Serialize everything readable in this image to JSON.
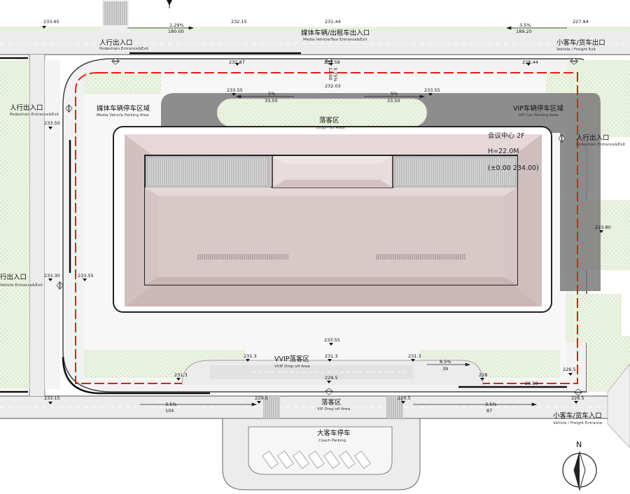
{
  "labels": {
    "ped_top": {
      "zh": "人行出入口",
      "en": "Pedestrain Entrance&Exit"
    },
    "media_taxi": {
      "zh": "媒体车辆/出租车出入口",
      "en": "Media Vehicle/Taxi Entrance&Exit"
    },
    "car_exit": {
      "zh": "小客车/货车出口",
      "en": "Vehicle / Freight Exit"
    },
    "ped_left": {
      "zh": "人行出入口",
      "en": "Pedestrain Entrance&Exit"
    },
    "media_parking": {
      "zh": "媒体车辆停车区域",
      "en": "Media Vehicle Parking Area"
    },
    "dropoff_top": {
      "zh": "落客区",
      "en": "Drop - off Area"
    },
    "vip_parking": {
      "zh": "VIP车辆停车区域",
      "en": "VIP Car Parking Area"
    },
    "ped_right": {
      "zh": "人行出入口",
      "en": "Pedestrain Entrance&Exit"
    },
    "veh_left": {
      "zh": "行出入口",
      "en": "Vehicle Entrance&Exit"
    },
    "vvip_dropoff": {
      "zh": "VVIP落客区",
      "en": "VVIP Drop off Area"
    },
    "vip_dropoff": {
      "zh": "落客区",
      "en": "VIP Drop off Area"
    },
    "coach": {
      "zh": "大客车停车",
      "en": "Coach Parking"
    },
    "car_entrance": {
      "zh": "小客车/货车入口",
      "en": "Vehicle / Freight Entrance"
    }
  },
  "building": {
    "name": "会议中心 2F",
    "height": "H=22.0M",
    "elevation": "(±0.00 234.00)"
  },
  "elevations": {
    "e1": "233.65",
    "e2": "232.15",
    "e3": "231.44",
    "e4": "227.94",
    "e5": "232.87",
    "e6": "231.58",
    "e7": "228.44",
    "e8": "233.55",
    "e9": "233.55",
    "e10": "232.03",
    "e11": "233.50",
    "e12": "223.80",
    "e13": "233.30",
    "e14": "233.55",
    "e15": "233.55",
    "e16": "231.3",
    "e17": "231.3",
    "e18": "231.3",
    "e19": "231.3",
    "e20": "229.5",
    "e21": "228",
    "e22": "226.5",
    "e23": "233.15",
    "e24": "229.5",
    "e25": "229.5",
    "e26": "226.5",
    "e27": "26.50"
  },
  "slopes": {
    "s1": "1.29%",
    "s1b": "180.00",
    "s2": "3.5%",
    "s2b": "189.20",
    "s3": "5%",
    "s3b": "33.50",
    "s4": "5%",
    "s4b": "33.50",
    "s5": "3.75%",
    "s5b": "12.00",
    "s6": "8.5%",
    "s6b": "39",
    "s7": "3.5%",
    "s7b": "104",
    "s8": "3.5%",
    "s8b": "87"
  },
  "north": "N",
  "colors": {
    "road": "#ebebeb",
    "green": "#e9f2df",
    "green_dot": "#b6c9a2",
    "roof": "#dccbcb",
    "dark_zone": "#787878",
    "redline": "#e31c1c"
  }
}
